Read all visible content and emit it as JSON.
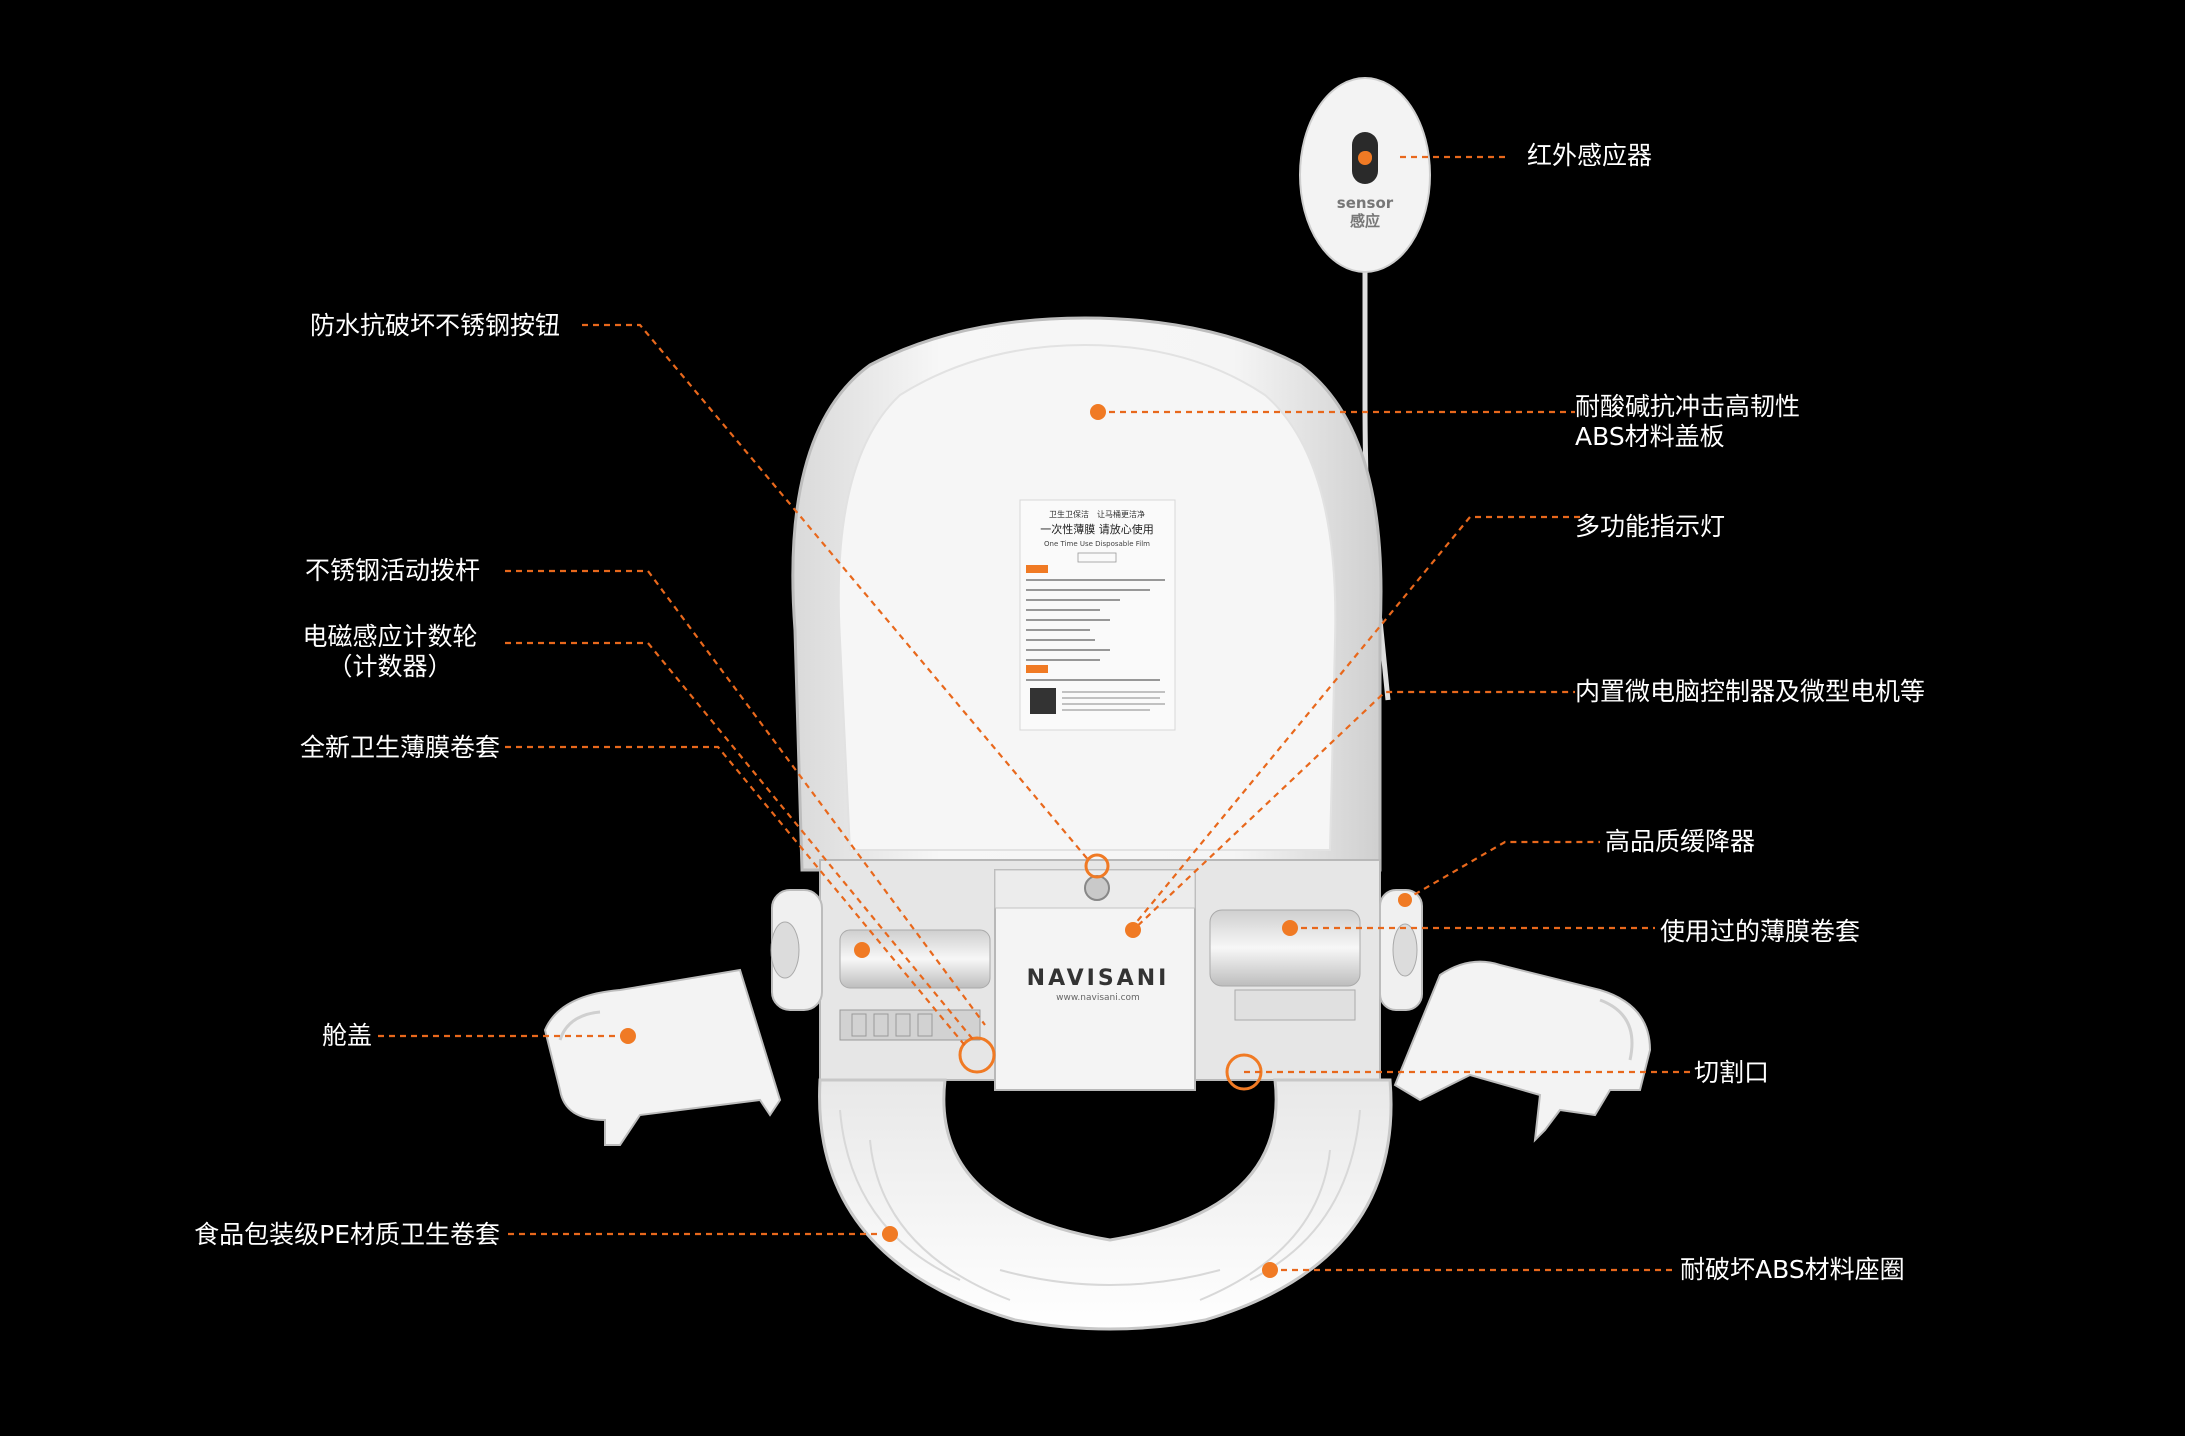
{
  "colors": {
    "background": "#000000",
    "leader": "#e8681c",
    "dot": "#f07a24",
    "product": "#f2f2f2",
    "text": "#ffffff"
  },
  "product": {
    "brand": "NAVISANI",
    "website": "www.navisani.com",
    "sensor_en": "sensor",
    "sensor_cn": "感应",
    "lid_slogan": "卫生卫保洁　让马桶更洁净",
    "lid_title": "一次性薄膜 请放心使用",
    "lid_subtitle": "One Time Use Disposable Film"
  },
  "callouts": [
    {
      "id": "infrared-sensor",
      "text": "红外感应器"
    },
    {
      "id": "waterproof-button",
      "text": "防水抗破坏不锈钢按钮"
    },
    {
      "id": "abs-lid-line1",
      "text": "耐酸碱抗冲击高韧性"
    },
    {
      "id": "abs-lid-line2",
      "text": "ABS材料盖板"
    },
    {
      "id": "indicator-light",
      "text": "多功能指示灯"
    },
    {
      "id": "steel-lever",
      "text": "不锈钢活动拨杆"
    },
    {
      "id": "counter-wheel-line1",
      "text": "电磁感应计数轮"
    },
    {
      "id": "counter-wheel-line2",
      "text": "（计数器）"
    },
    {
      "id": "controller",
      "text": "内置微电脑控制器及微型电机等"
    },
    {
      "id": "new-film-roll",
      "text": "全新卫生薄膜卷套"
    },
    {
      "id": "damper",
      "text": "高品质缓降器"
    },
    {
      "id": "used-film-roll",
      "text": "使用过的薄膜卷套"
    },
    {
      "id": "cabin-cover",
      "text": "舱盖"
    },
    {
      "id": "cutting-port",
      "text": "切割口"
    },
    {
      "id": "pe-film",
      "text": "食品包装级PE材质卫生卷套"
    },
    {
      "id": "abs-seat-ring",
      "text": "耐破坏ABS材料座圈"
    }
  ]
}
